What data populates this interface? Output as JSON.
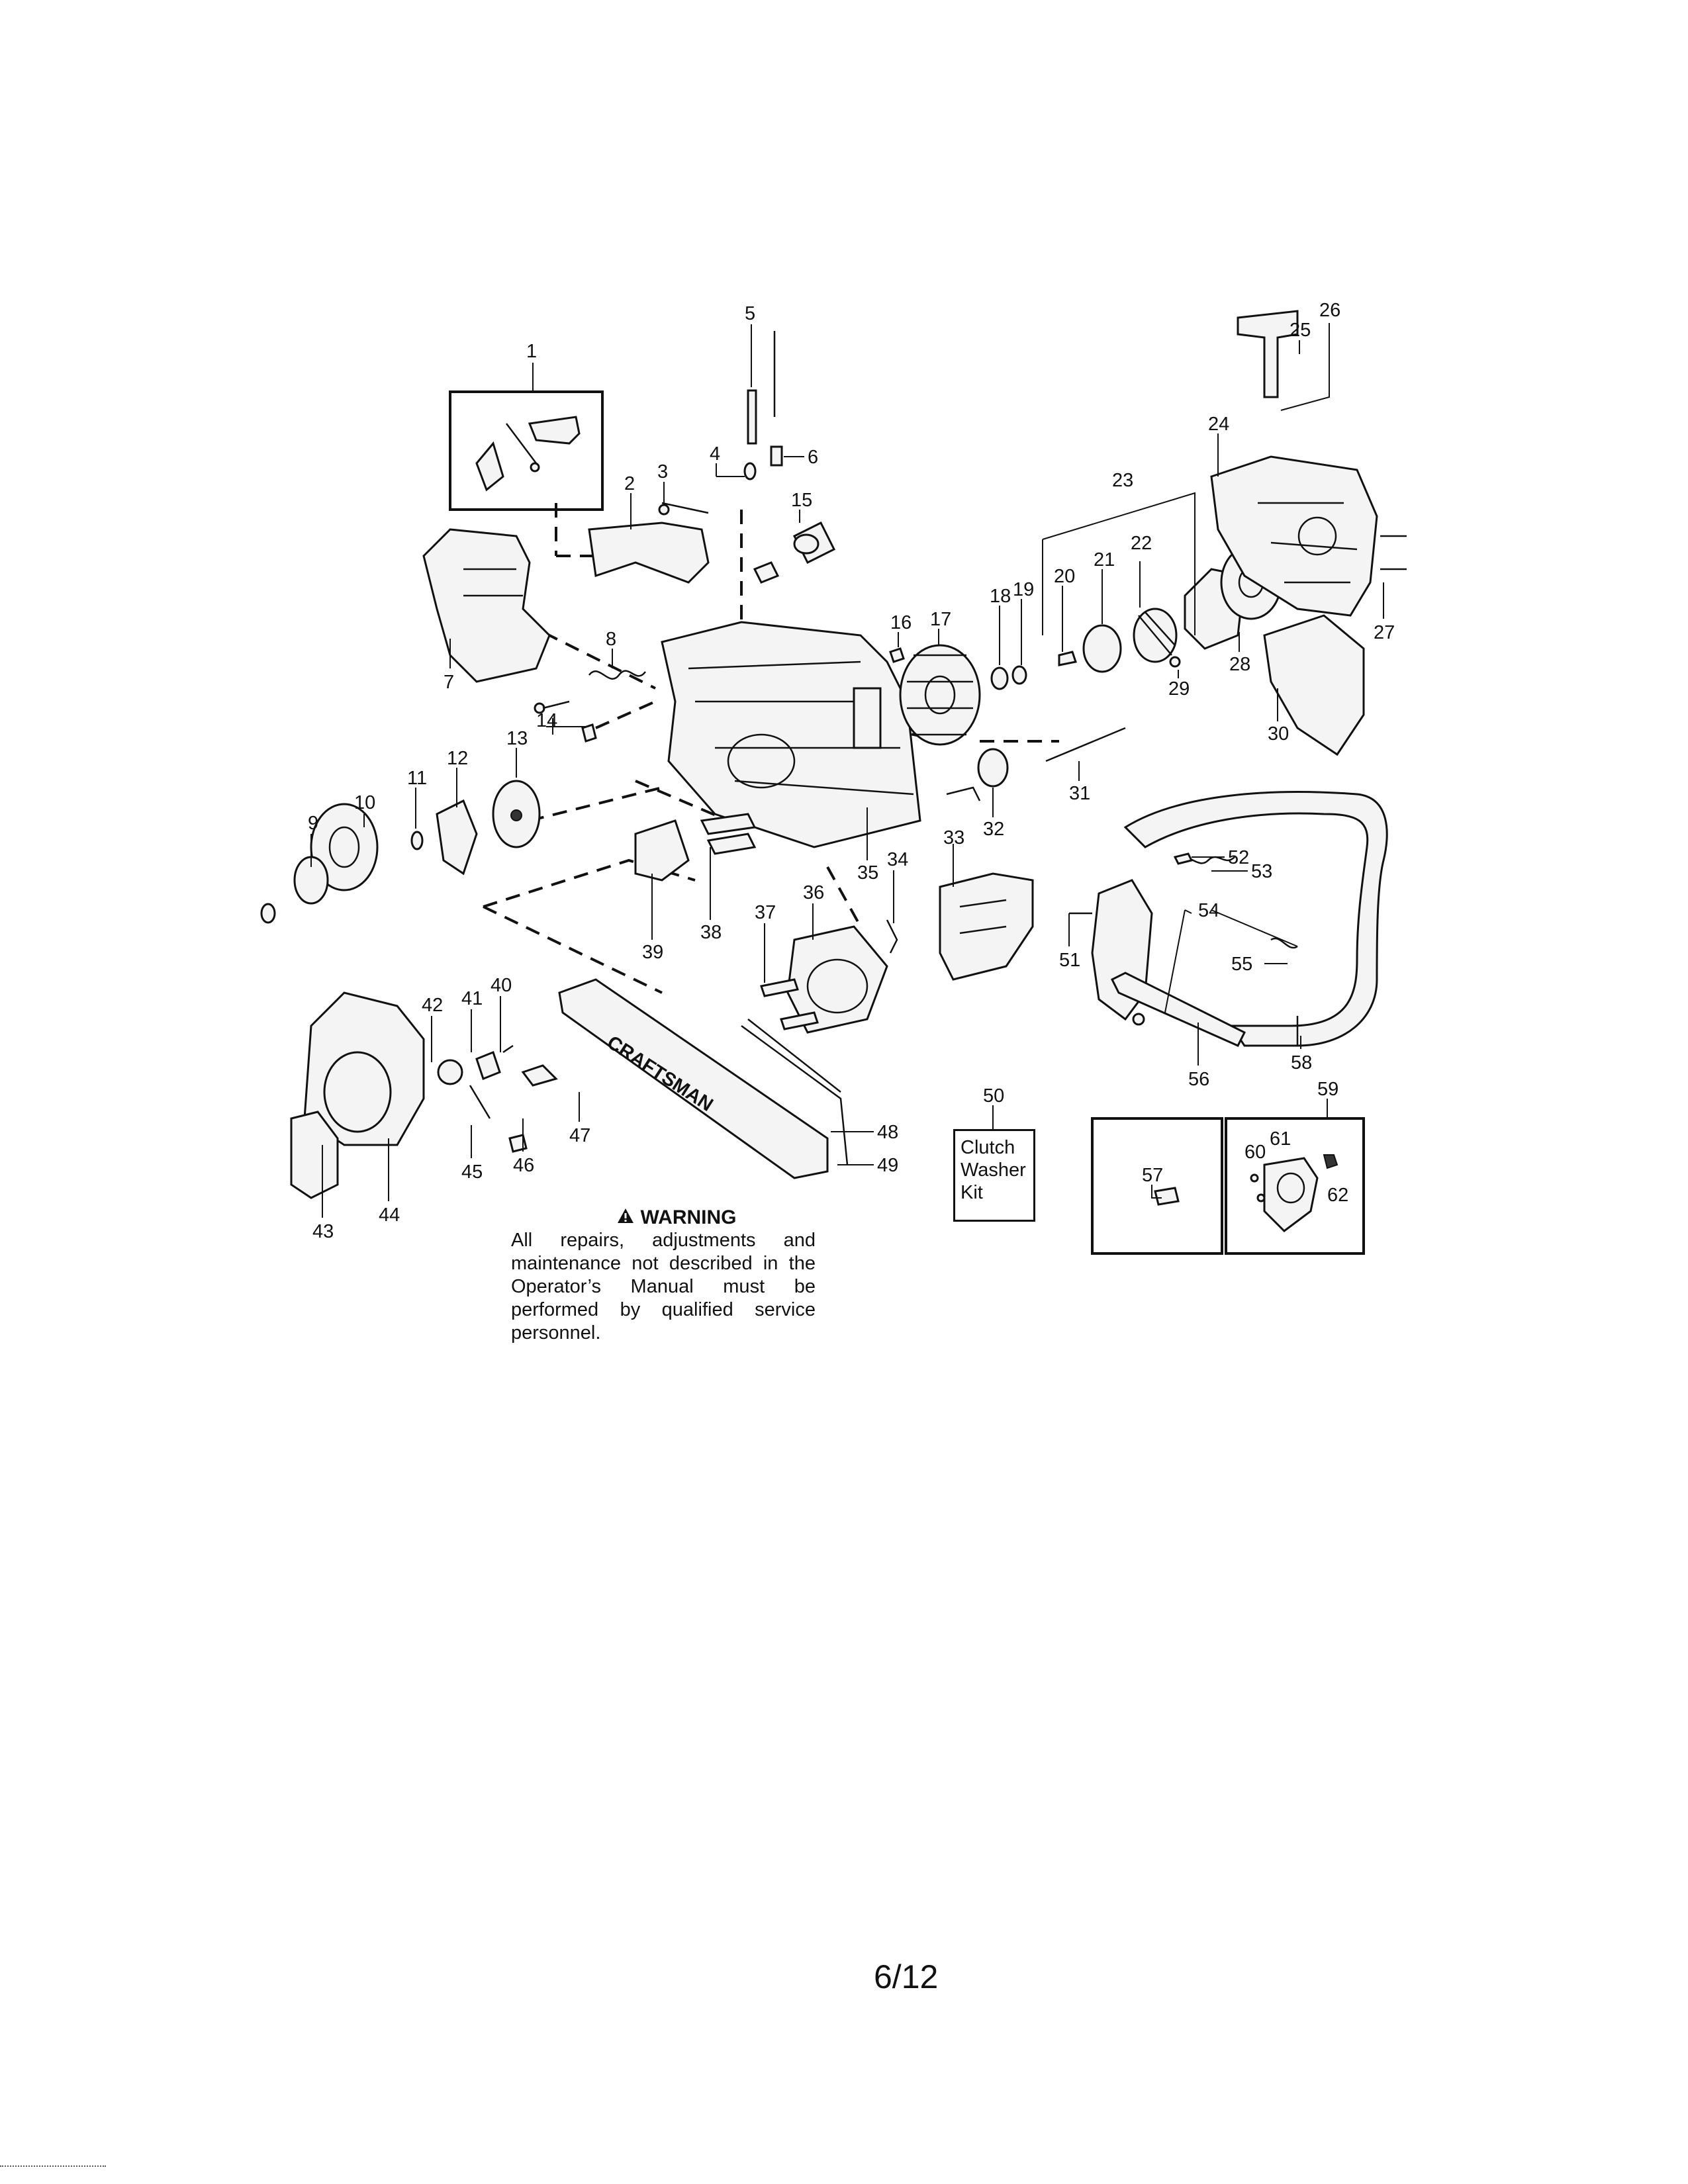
{
  "diagram": {
    "part_numbers": [
      "1",
      "2",
      "3",
      "4",
      "5",
      "6",
      "7",
      "8",
      "9",
      "10",
      "11",
      "12",
      "13",
      "14",
      "15",
      "16",
      "17",
      "18",
      "19",
      "20",
      "21",
      "22",
      "23",
      "24",
      "25",
      "26",
      "27",
      "28",
      "29",
      "30",
      "31",
      "32",
      "33",
      "34",
      "35",
      "36",
      "37",
      "38",
      "39",
      "40",
      "41",
      "42",
      "43",
      "44",
      "45",
      "46",
      "47",
      "48",
      "49",
      "50",
      "51",
      "52",
      "53",
      "54",
      "55",
      "56",
      "57",
      "58",
      "59",
      "60",
      "61",
      "62"
    ],
    "bar_brand": "CRAFTSMAN",
    "clutch_kit": {
      "line1": "Clutch",
      "line2": "Washer",
      "line3": "Kit"
    }
  },
  "warning": {
    "title": "WARNING",
    "body": "All repairs, adjustments and maintenance not described in the Operator’s Manual must be performed by qualified service personnel."
  },
  "page": {
    "number": "6/12"
  }
}
